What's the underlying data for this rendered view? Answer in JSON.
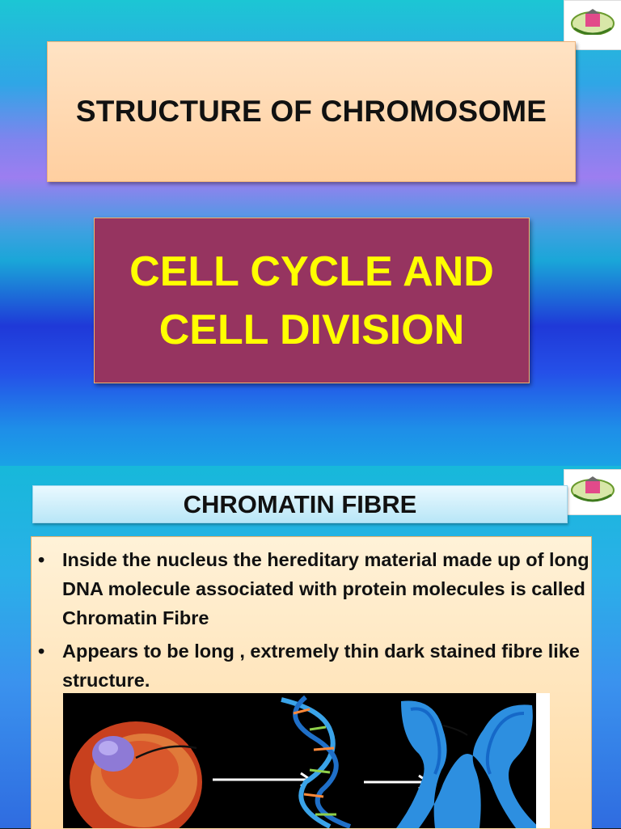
{
  "slide1": {
    "title": "STRUCTURE OF CHROMOSOME",
    "subtitle_line1": "CELL CYCLE AND",
    "subtitle_line2": "CELL DIVISION",
    "logo_icon": "school-emblem-icon"
  },
  "slide2": {
    "heading": "CHROMATIN FIBRE",
    "bullets": [
      "Inside the nucleus the hereditary material made up of long DNA molecule associated with protein molecules is called Chromatin Fibre",
      "Appears to be long , extremely thin dark stained fibre like structure."
    ],
    "bullet_glyph": "•",
    "figure_icons": [
      "nucleus-cell-icon",
      "arrow-right-icon",
      "dna-helix-icon",
      "arrow-right-icon",
      "chromosome-x-icon"
    ]
  },
  "colors": {
    "title_bg": "#ffd7b0",
    "magenta_bg": "#963460",
    "subtitle_text": "#ffff00",
    "header_bg": "#c8eef9",
    "content_bg": "#ffe6bf"
  }
}
